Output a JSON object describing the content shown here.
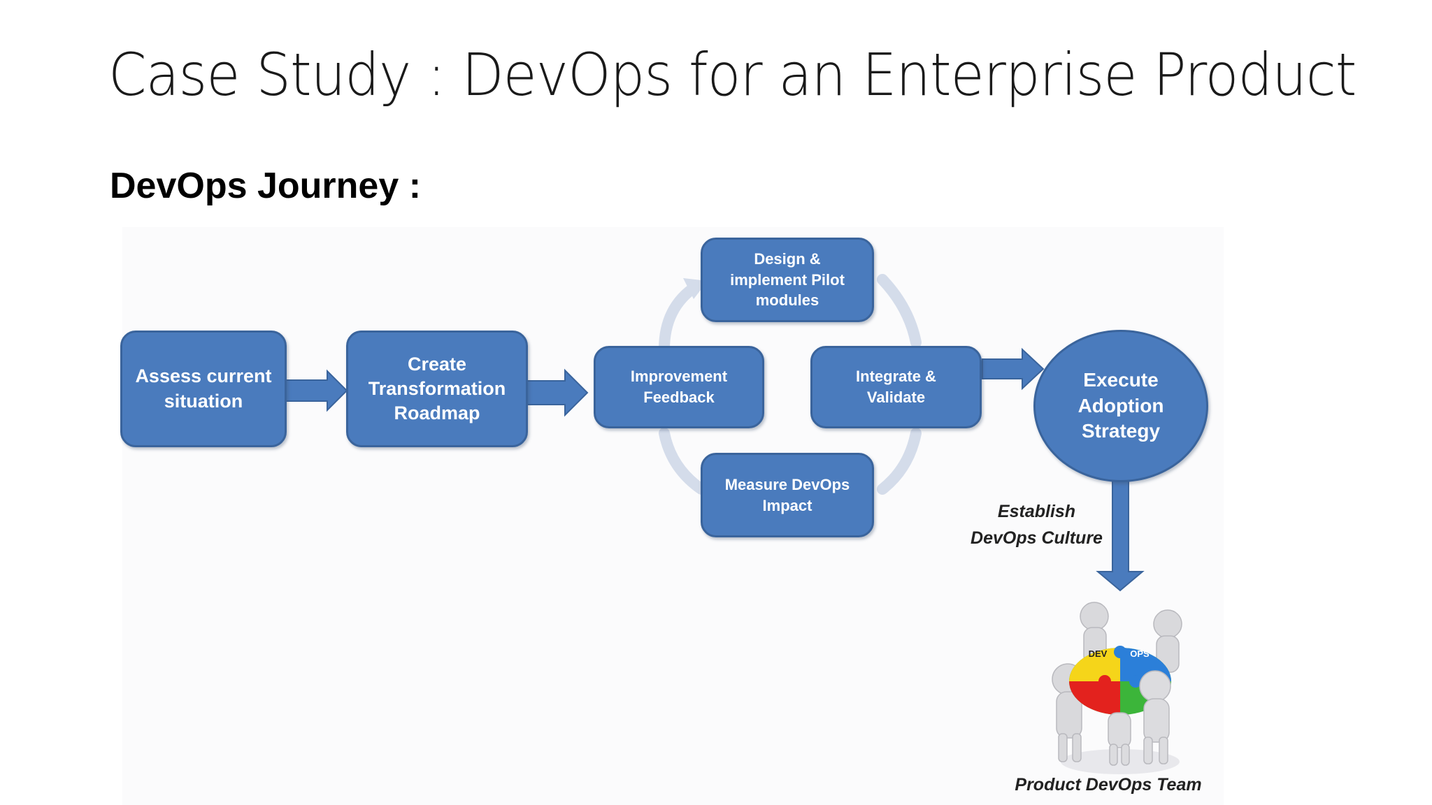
{
  "slide": {
    "title": "Case Study : DevOps for an Enterprise Product",
    "subtitle": "DevOps Journey :"
  },
  "diagram": {
    "steps": {
      "assess": "Assess current\nsituation",
      "roadmap": "Create\nTransformation\nRoadmap",
      "design": "Design &\nimplement Pilot\nmodules",
      "improvement": "Improvement\nFeedback",
      "integrate": "Integrate &\nValidate",
      "measure": "Measure DevOps\nImpact",
      "execute": "Execute\nAdoption\nStrategy"
    },
    "establish_label": "Establish\nDevOps Culture",
    "team_label": "Product DevOps Team",
    "puzzle_labels": {
      "dev": "DEV",
      "ops": "OPS"
    },
    "colors": {
      "node_fill": "#4a7bbd",
      "node_border": "#3a649c",
      "cycle_arc": "#d4dcea",
      "puzzle_yellow": "#f5d51a",
      "puzzle_blue": "#2b7fd9",
      "puzzle_red": "#e3221e",
      "puzzle_green": "#3cb53a"
    }
  }
}
